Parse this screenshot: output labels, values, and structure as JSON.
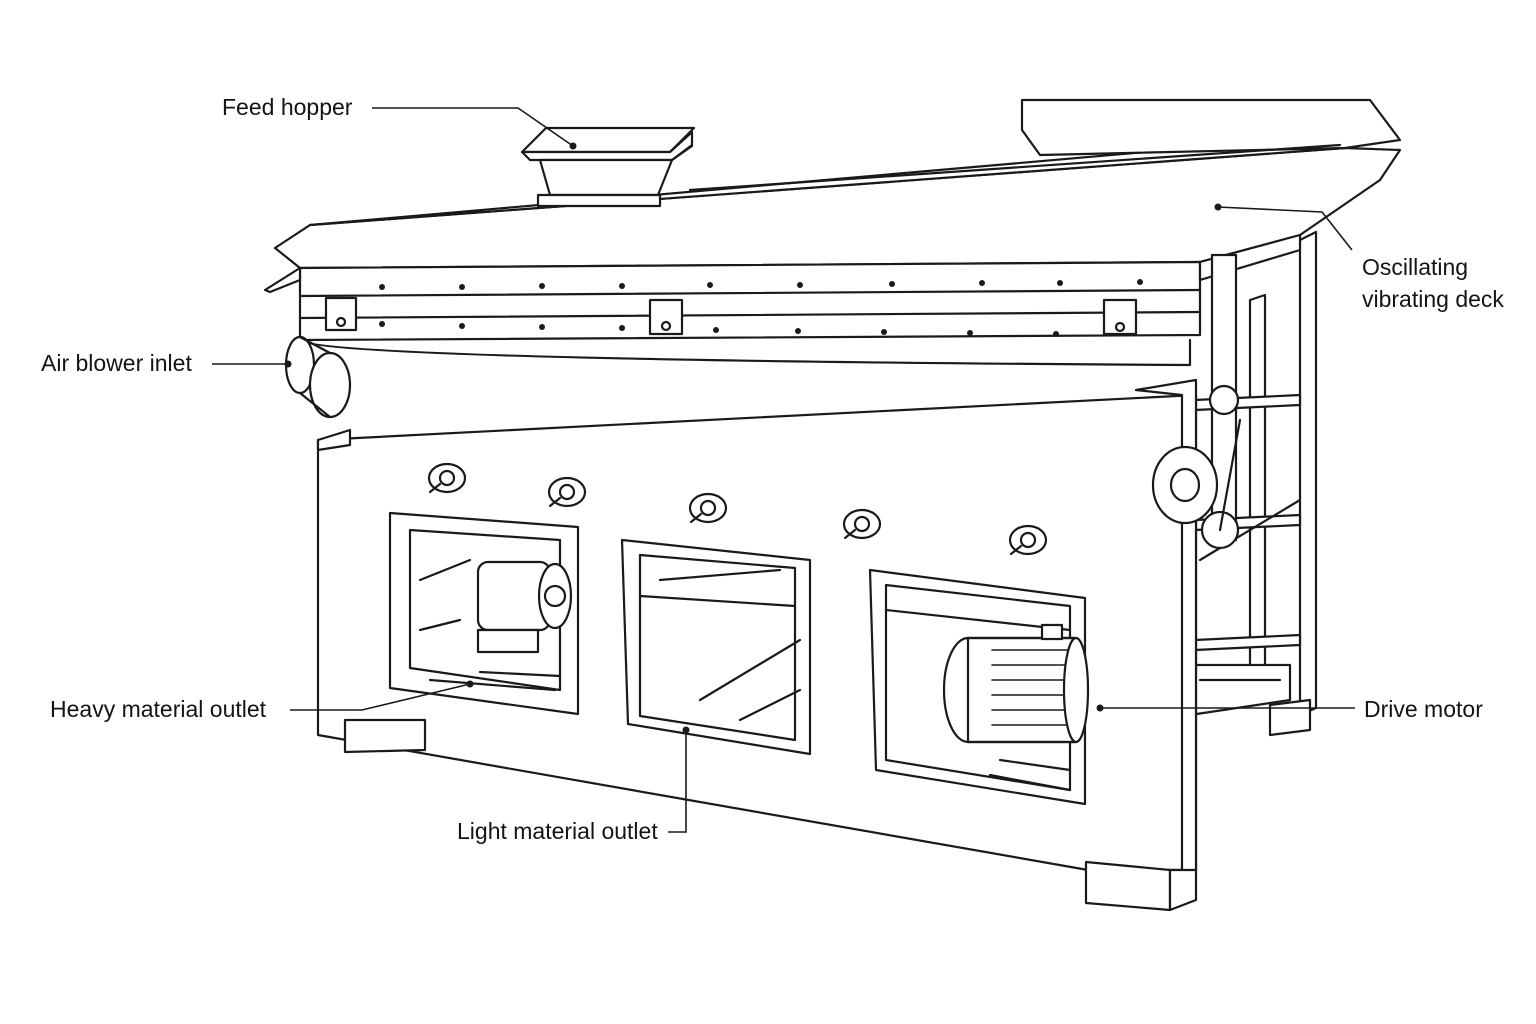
{
  "diagram": {
    "labels": {
      "feed_hopper": "Feed hopper",
      "deck_line1": "Oscillating",
      "deck_line2": "vibrating deck",
      "air_blower": "Air blower inlet",
      "heavy_outlet": "Heavy material outlet",
      "light_outlet": "Light material outlet",
      "drive_motor": "Drive motor"
    },
    "colors": {
      "line": "#1a1a1a",
      "background": "#ffffff"
    }
  }
}
